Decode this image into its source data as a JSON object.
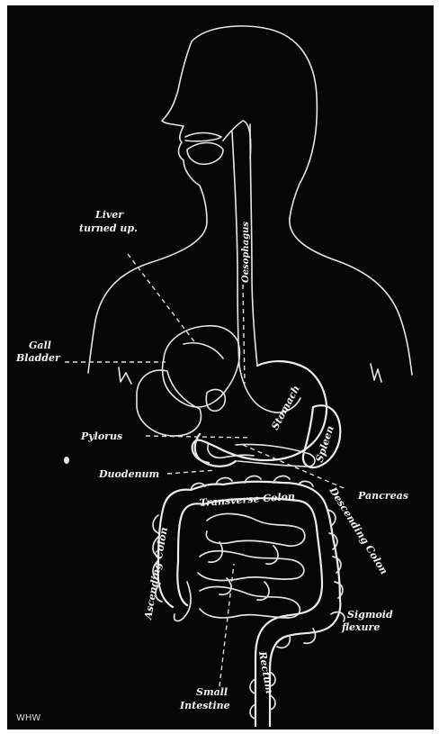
{
  "labels": {
    "liver_line1": "Liver",
    "liver_line2": "turned up.",
    "gall_line1": "Gall",
    "gall_line2": "Bladder",
    "oesophagus": "Oesophagus",
    "stomach": "Stomach",
    "spleen": "Spleen",
    "pylorus": "Pylorus",
    "duodenum": "Duodenum",
    "pancreas": "Pancreas",
    "transverse_colon": "Transverse Colon",
    "descending_colon": "Descending Colon",
    "ascending_colon": "Ascending Colon",
    "sigmoid_line1": "Sigmoid",
    "sigmoid_line2": "flexure",
    "small_line1": "Small",
    "small_line2": "Intestine",
    "rectum": "Rectum"
  },
  "monogram": "WHW",
  "colors": {
    "background": "#060606",
    "linework": "#e6e6e6"
  }
}
